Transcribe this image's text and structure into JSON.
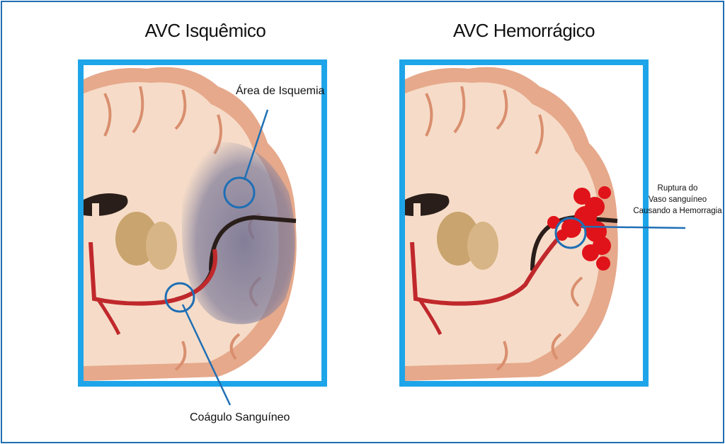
{
  "titles": {
    "ischemic": "AVC Isquêmico",
    "hemorrhagic": "AVC Hemorrágico"
  },
  "annotations": {
    "ischemia_area": "Área de Isquemia",
    "blood_clot": "Coágulo Sanguíneo",
    "rupture": [
      "Ruptura do",
      "Vaso sanguíneo",
      "Causando a Hemorragia"
    ]
  },
  "colors": {
    "frame": "#1f6fb5",
    "panel_border": "#1ea5e9",
    "brain_cortex": "#e6a98b",
    "brain_white_matter": "#f6dcc8",
    "ischemia_overlay": "#7d7b9a",
    "vessel": "#c0282c",
    "hemorrhage": "#e0131a",
    "leader_line": "#1f6fb5"
  }
}
